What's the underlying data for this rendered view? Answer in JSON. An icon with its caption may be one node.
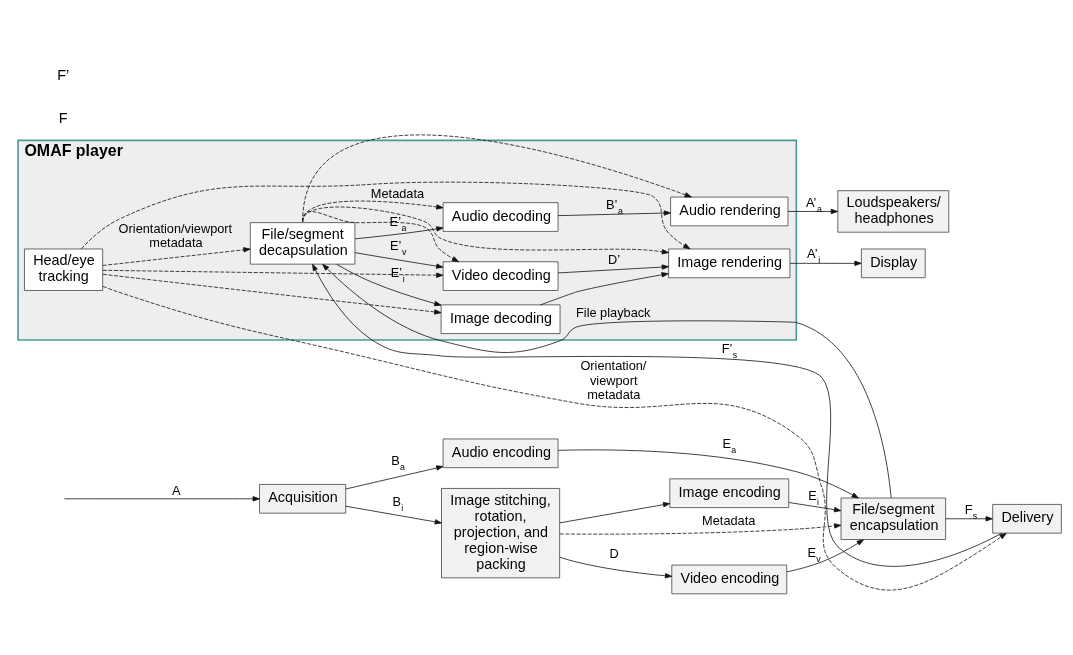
{
  "diagram": {
    "nodes": [
      {
        "text": [
          "Acquisition"
        ]
      },
      {
        "text": [
          "Audio encoding"
        ]
      },
      {
        "text": [
          "Image stitching, rotation, projection, and region-wise packing"
        ]
      },
      {
        "text": [
          "Video encoding"
        ]
      },
      {
        "text": [
          "Image encoding"
        ]
      },
      {
        "text": [
          "File/segment encapsulation"
        ]
      },
      {
        "text": [
          "Delivery"
        ]
      },
      {
        "text": [
          "OMAF player"
        ]
      },
      {
        "text": [
          "Audio decoding"
        ],
        "in": 7
      },
      {
        "text": [
          "Audio rendering"
        ],
        "in": 7
      },
      {
        "text": [
          "Loudspeakers/ headphones"
        ]
      },
      {
        "text": [
          "Video decoding"
        ],
        "in": 7
      },
      {
        "text": [
          "File/segment decapsulation"
        ],
        "in": 7
      },
      {
        "text": [
          "Image rendering"
        ],
        "in": 7
      },
      {
        "text": [
          "Display"
        ]
      },
      {
        "text": [
          "Image decoding"
        ],
        "in": 7
      },
      {
        "text": [
          "Head/eye tracking"
        ],
        "in": 7
      }
    ],
    "edges": [
      {
        "from": null,
        "to": 0,
        "arrow": "to",
        "label": "A"
      },
      {
        "from": 0,
        "to": 1,
        "arrow": "to",
        "label": "B$_{a}$"
      },
      {
        "from": 0,
        "to": 2,
        "arrow": "to",
        "label": "B$_{i}$"
      },
      {
        "from": 2,
        "to": 3,
        "arrow": "to",
        "label": "D"
      },
      {
        "from": 2,
        "to": 4,
        "arrow": "to"
      },
      {
        "from": 1,
        "to": 5,
        "arrow": "to",
        "label": "E$_{a}$"
      },
      {
        "from": 3,
        "to": 5,
        "arrow": "to",
        "label": "E$_{v}$"
      },
      {
        "from": 4,
        "to": 5,
        "arrow": "to",
        "label": "E$_{i}$"
      },
      {
        "from": 2,
        "to": 5,
        "arrow": "to",
        "style": "dashed",
        "label": "Metadata"
      },
      {
        "from": 5,
        "to": 6,
        "arrow": "to",
        "label": "F$_{s}$"
      },
      {
        "from": 5,
        "to": 12,
        "arrow": "to",
        "label": "File playback"
      },
      {
        "from": 6,
        "to": 12,
        "arrow": "to",
        "label": "F’$_{s}$"
      },
      {
        "from": 12,
        "to": 8,
        "arrow": "to",
        "label": "E’$_{a}$"
      },
      {
        "from": 12,
        "to": 11,
        "arrow": "to",
        "label": "E’$_{v}$"
      },
      {
        "from": 12,
        "to": 15,
        "arrow": "to",
        "label": "E’$_{i}$"
      },
      {
        "from": 8,
        "to": 9,
        "arrow": "to",
        "label": "B’$_{a}$"
      },
      {
        "from": 11,
        "to": 13,
        "arrow": "to",
        "label": "D’"
      },
      {
        "from": 15,
        "to": 13,
        "arrow": "to"
      },
      {
        "from": 9,
        "to": 10,
        "arrow": "to",
        "label": "A’$_{a}$"
      },
      {
        "from": 13,
        "to": 14,
        "arrow": "to",
        "label": "A’$_{i}$"
      },
      {
        "from": 12,
        "to": 8,
        "arrow": "to",
        "style": "dashed",
        "label": "Metadata"
      },
      {
        "from": 12,
        "to": 9,
        "arrow": "to",
        "style": "dashed"
      },
      {
        "from": 12,
        "to": 13,
        "arrow": "to",
        "style": "dashed"
      },
      {
        "from": 12,
        "to": 11,
        "arrow": "to",
        "style": "dashed"
      },
      {
        "from": 16,
        "to": 12,
        "arrow": "to",
        "style": "dashed",
        "label": "Orientation/viewport metadata"
      },
      {
        "from": 16,
        "to": 11,
        "arrow": "to",
        "style": "dashed"
      },
      {
        "from": 16,
        "to": 15,
        "arrow": "to",
        "style": "dashed"
      },
      {
        "from": 16,
        "to": 13,
        "arrow": "to",
        "style": "dashed"
      },
      {
        "from": 16,
        "to": 6,
        "arrow": "to",
        "style": "dashed",
        "label": "Orientation/ viewport metadata"
      }
    ],
    "labels": [
      "F",
      "F’"
    ]
  }
}
